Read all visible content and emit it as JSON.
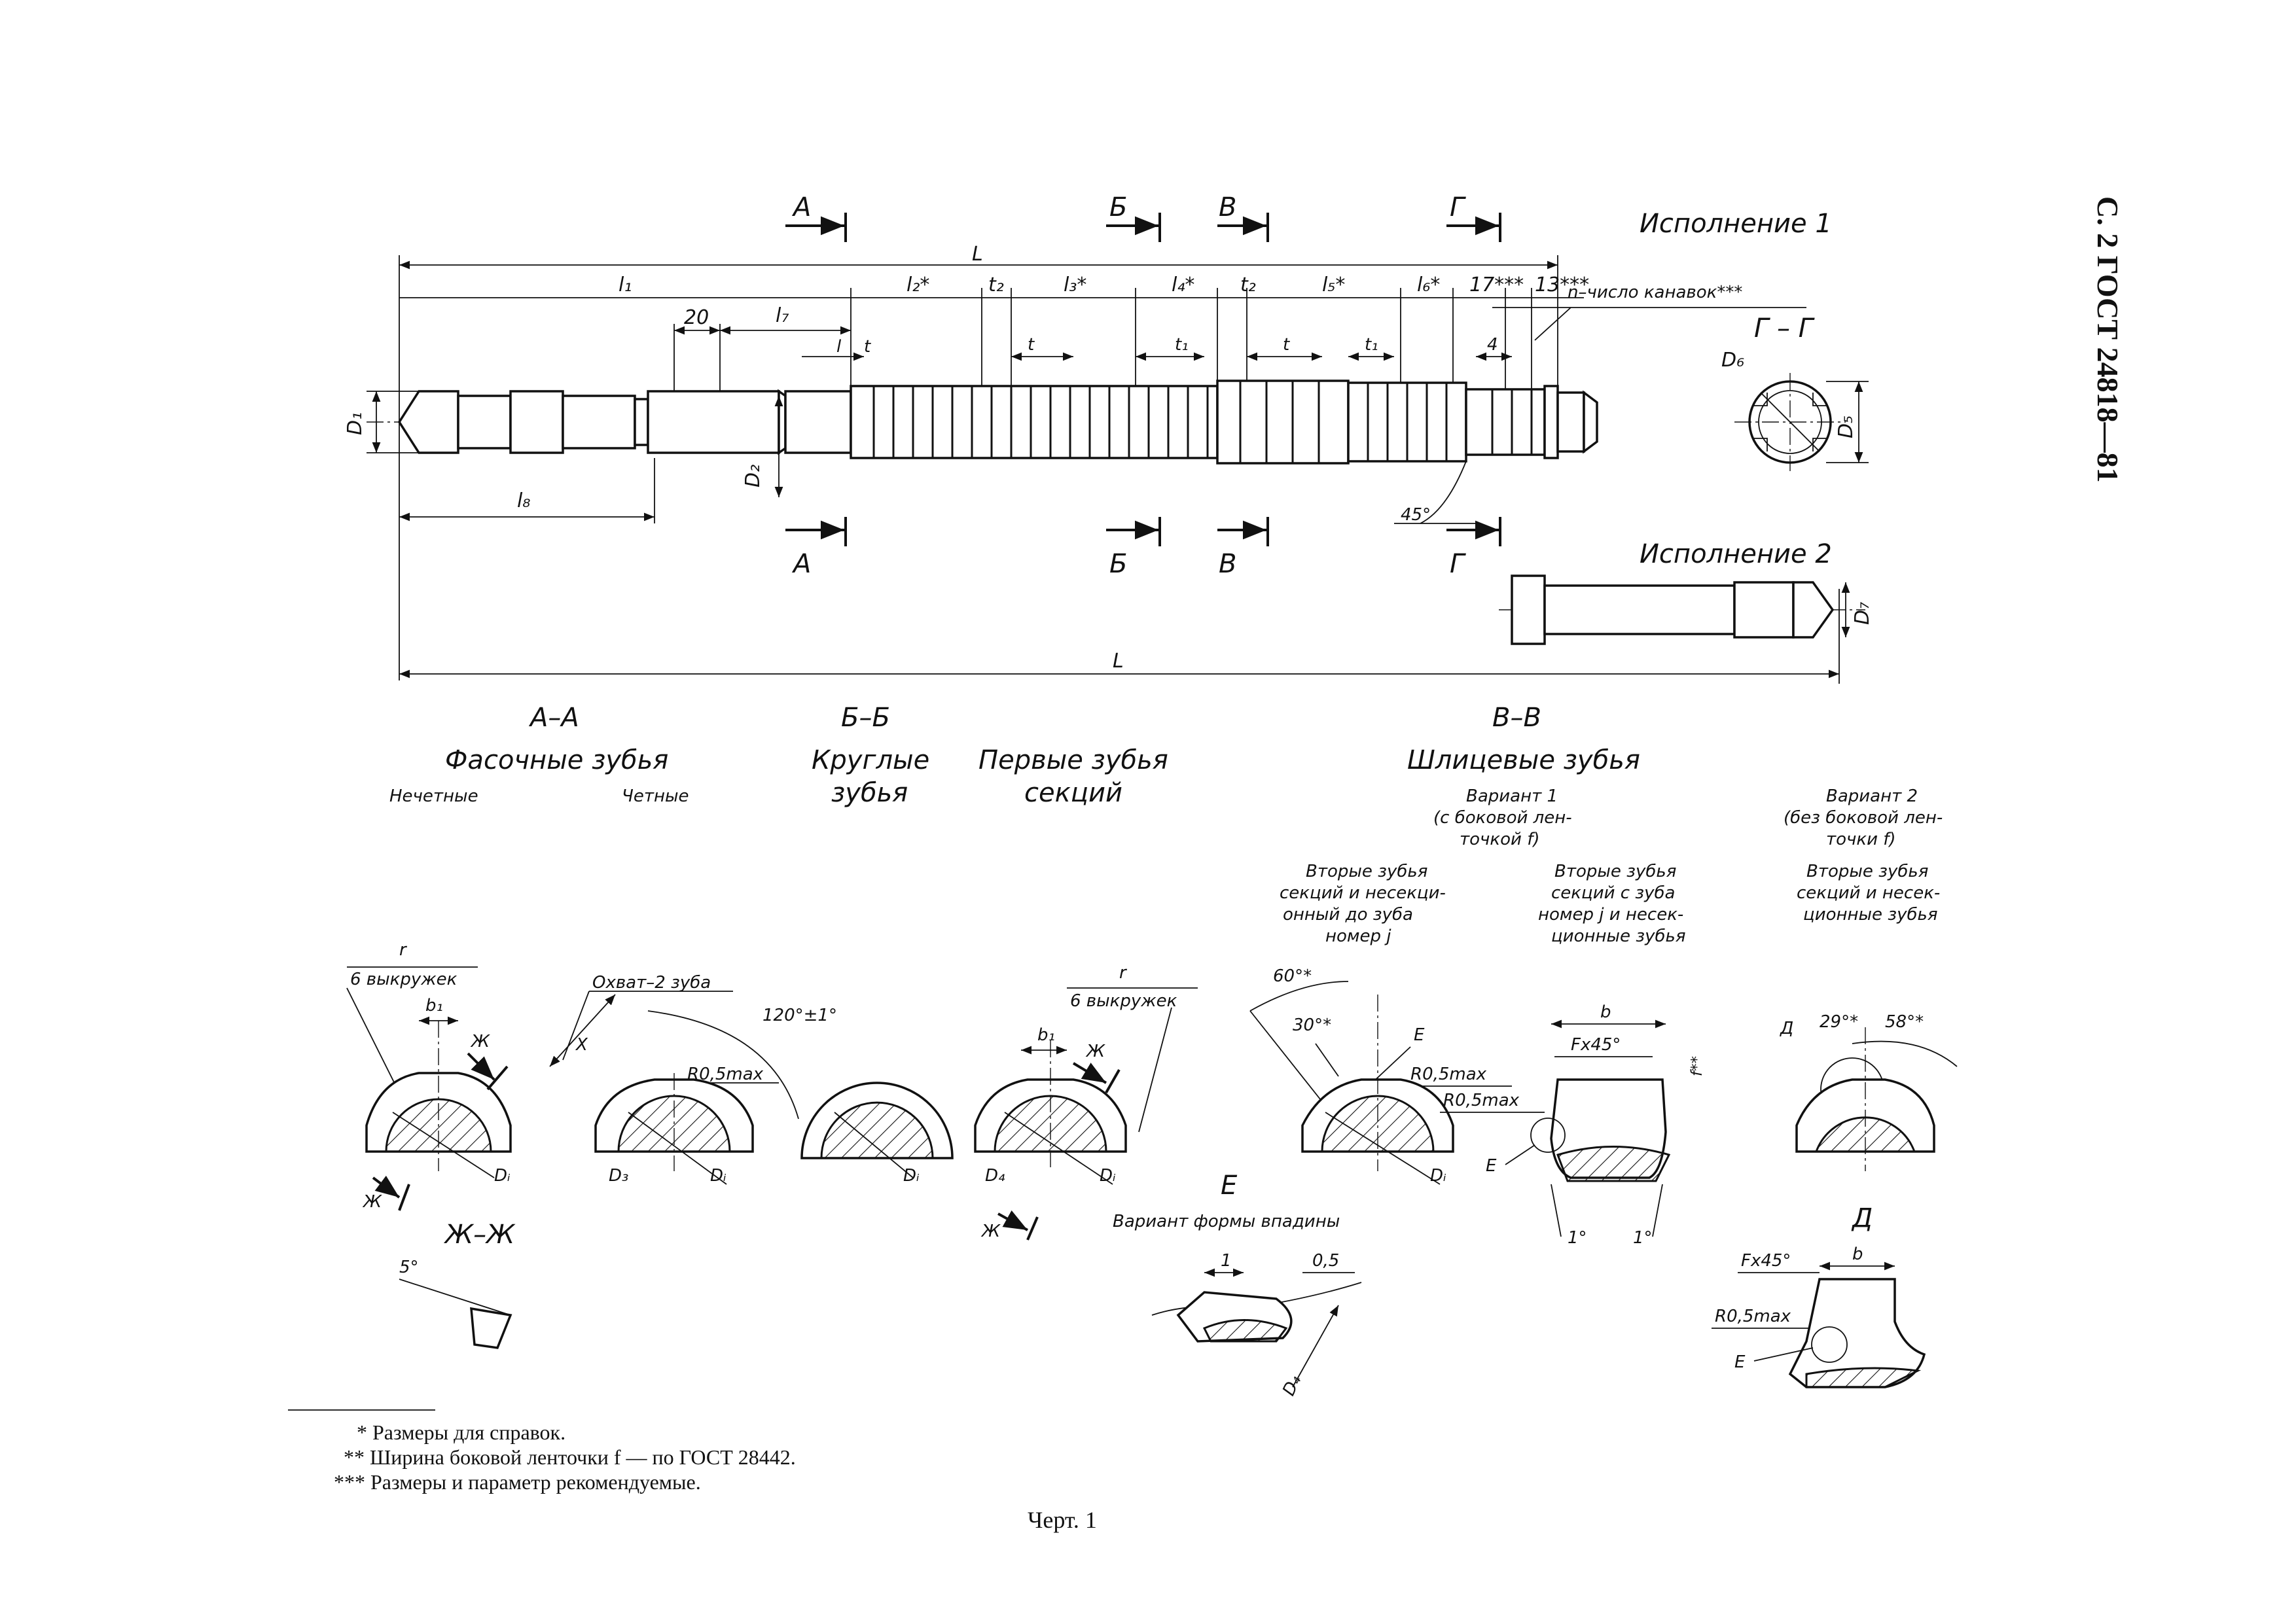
{
  "header": {
    "page_ref": "С. 2 ГОСТ 24818—81"
  },
  "labels": {
    "execution_1": "Исполнение 1",
    "execution_2": "Исполнение 2",
    "section_a": "А",
    "section_b": "Б",
    "section_v": "В",
    "section_g": "Г",
    "section_gg": "Г – Г",
    "dim_L": "L",
    "dim_l1": "l₁",
    "dim_l2": "l₂*",
    "dim_t2": "t₂",
    "dim_l3": "l₃*",
    "dim_l4": "l₄*",
    "dim_t2b": "t₂",
    "dim_l5": "l₅*",
    "dim_l6": "l₆*",
    "dim_17": "17***",
    "dim_13": "13***",
    "dim_20": "20",
    "dim_l7": "l₇",
    "dim_l": "l",
    "dim_t": "t",
    "dim_t_b": "t",
    "dim_t1": "t₁",
    "dim_t_c": "t",
    "dim_t1b": "t₁",
    "dim_4": "4",
    "dim_D1": "D₁",
    "dim_D2": "D₂",
    "dim_l8": "l₈",
    "dim_45": "45°",
    "dim_D5": "D₅",
    "dim_D6": "D₆",
    "dim_D7": "D₇",
    "grooves": "n–число канавок***"
  },
  "sections": {
    "aa_title": "А–А",
    "aa_name": "Фасочные зубья",
    "aa_odd": "Нечетные",
    "aa_even": "Четные",
    "bb_title": "Б–Б",
    "bb_name_1": "Круглые",
    "bb_name_2": "зубья",
    "first_1": "Первые зубья",
    "first_2": "секций",
    "vv_title": "В–В",
    "vv_name": "Шлицевые зубья",
    "var1_1": "Вариант 1",
    "var1_2": "(с боковой лен-",
    "var1_3": "точкой f)",
    "var2_1": "Вариант 2",
    "var2_2": "(без боковой лен-",
    "var2_3": "точки f)",
    "second_a_1": "Вторые зубья",
    "second_a_2": "секций и несекци-",
    "second_a_3": "онный до зуба",
    "second_a_4": "номер j",
    "second_b_1": "Вторые зубья",
    "second_b_2": "секций с зуба",
    "second_b_3": "номер j и несек-",
    "second_b_4": "ционные зубья",
    "second_c_1": "Вторые зубья",
    "second_c_2": "секций и несек-",
    "second_c_3": "ционные зубья"
  },
  "details": {
    "r": "r",
    "six_cutouts": "6 выкружек",
    "b1": "b₁",
    "zh": "Ж",
    "Di": "Dᵢ",
    "zhzh": "Ж–Ж",
    "five_deg": "5°",
    "cover": "Охват–2 зуба",
    "X": "X",
    "angle_120": "120°±1°",
    "R05": "R0,5max",
    "D3": "D₃",
    "D4": "D₄",
    "a60": "60°*",
    "a30": "30°*",
    "E": "Е",
    "b": "b",
    "Fx45": "Fx45°",
    "fstar": "f**",
    "one_deg": "1°",
    "D_letter": "Д",
    "a29": "29°*",
    "a58": "58°*",
    "e_title": "Е",
    "e_variant": "Вариант формы впадины",
    "one": "1",
    "zero5": "0,5"
  },
  "footnotes": {
    "fn1": "*  Размеры для справок.",
    "fn2": "**  Ширина боковой ленточки f — по ГОСТ 28442.",
    "fn3": "***  Размеры и параметр рекомендуемые."
  },
  "caption": "Черт. 1"
}
